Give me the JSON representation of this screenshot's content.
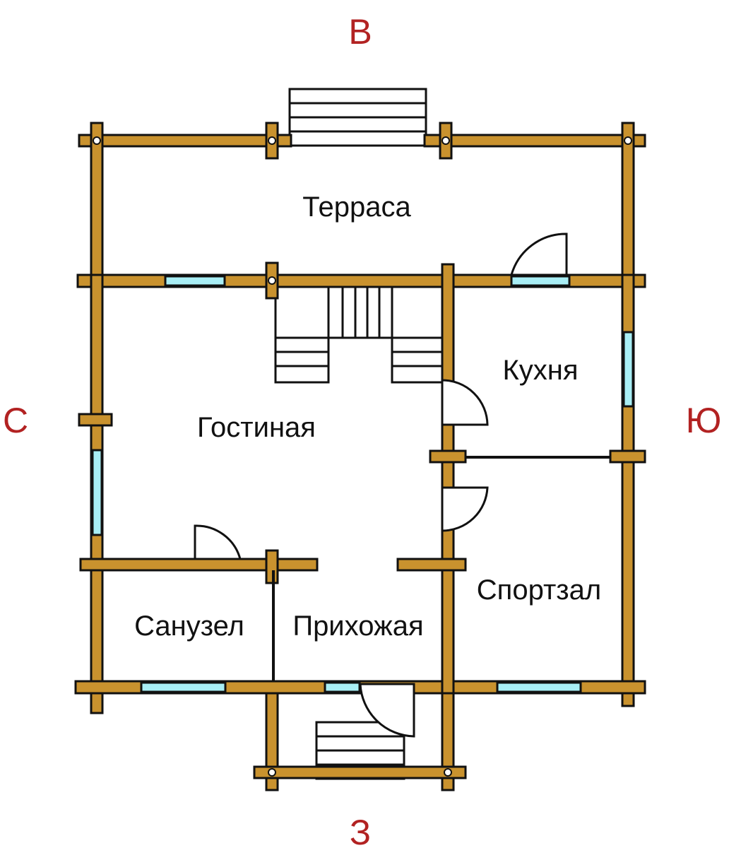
{
  "compass": {
    "north": "В",
    "west": "С",
    "east": "Ю",
    "south": "З"
  },
  "rooms": {
    "terrace": "Терраса",
    "kitchen": "Кухня",
    "living_room": "Гостиная",
    "gym": "Спортзал",
    "bathroom": "Санузел",
    "hallway": "Прихожая"
  },
  "colors": {
    "log": "#C9922E",
    "outline": "#111111",
    "window": "#A8EEF5",
    "compass": "#B22222",
    "background": "#FFFFFF"
  }
}
